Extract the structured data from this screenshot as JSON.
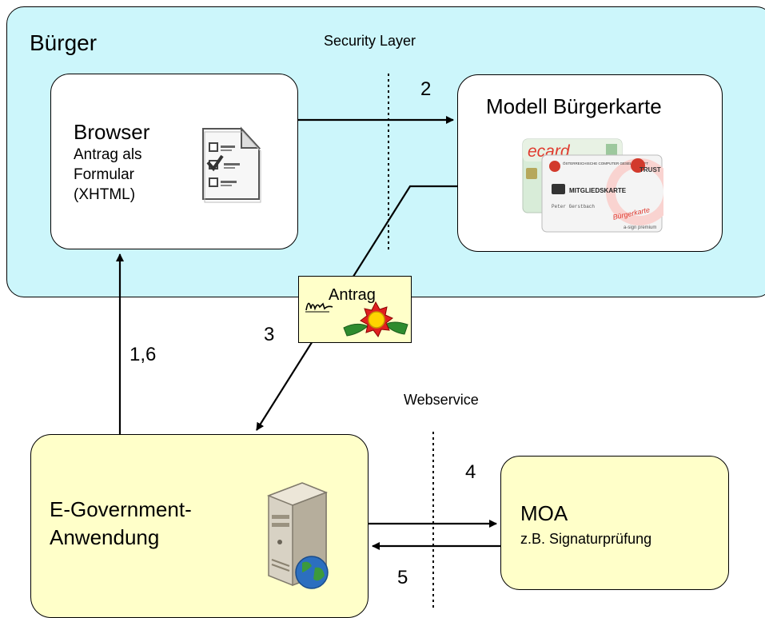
{
  "region": {
    "title": "Bürger"
  },
  "layers": {
    "security": "Security Layer",
    "webservice": "Webservice"
  },
  "browser": {
    "title": "Browser",
    "lines": [
      "Antrag als",
      "Formular",
      "(XHTML)"
    ]
  },
  "card": {
    "title": "Modell Bürgerkarte",
    "ecard_label": "ecard",
    "trust_label": "TRUST",
    "member_card": "MITGLIEDSKARTE",
    "holder": "Peter Gerstbach",
    "buergerkarte": "Bürgerkarte",
    "asign": "a-sign premium",
    "society": "ÖSTERREICHISCHE COMPUTER GESELLSCHAFT"
  },
  "document": {
    "label": "Antrag"
  },
  "egov": {
    "title_line1": "E-Government-",
    "title_line2": "Anwendung"
  },
  "moa": {
    "title": "MOA",
    "subtitle": "z.B. Signaturprüfung"
  },
  "steps": {
    "s16": "1,6",
    "s2": "2",
    "s3": "3",
    "s4": "4",
    "s5": "5"
  }
}
